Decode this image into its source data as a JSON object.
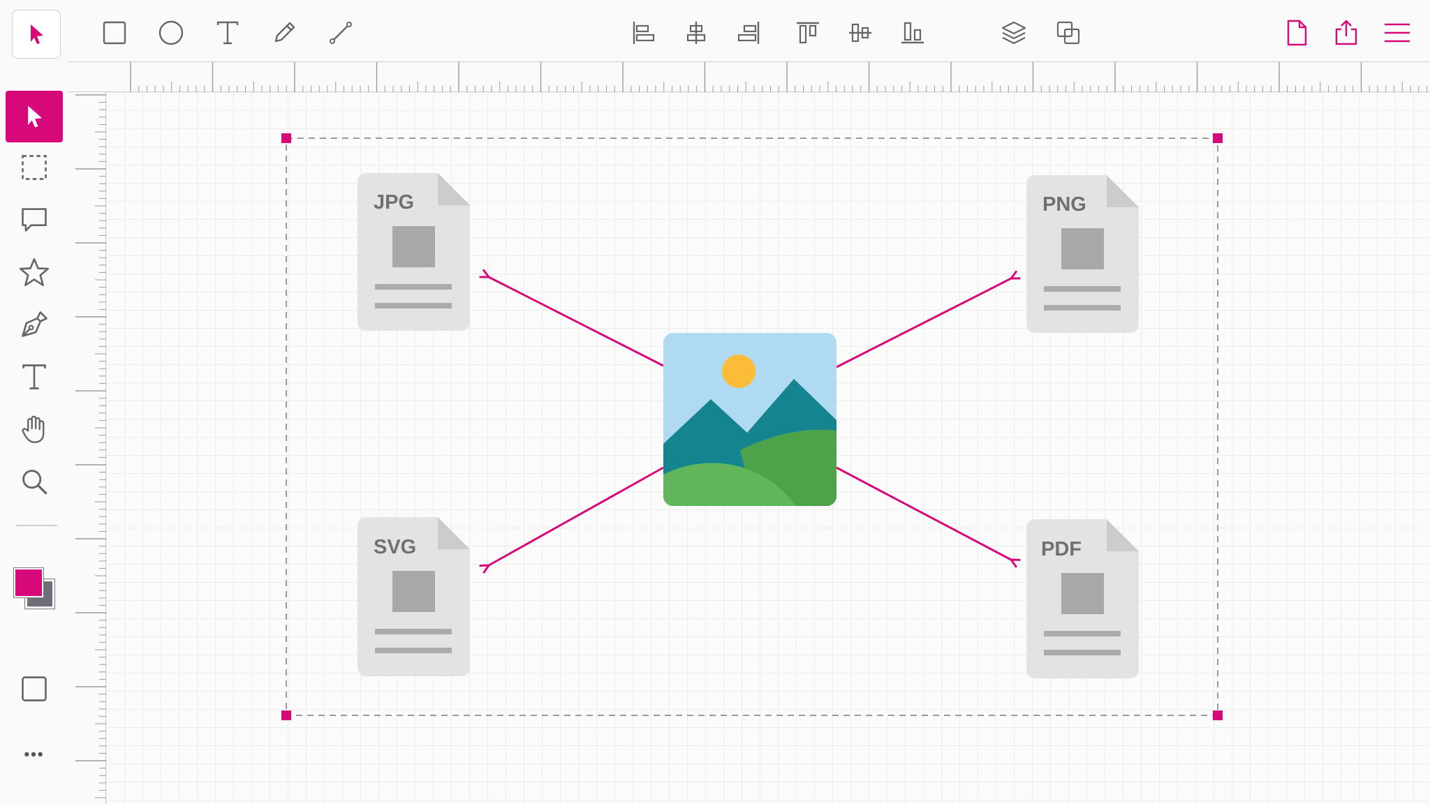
{
  "app": {
    "accent_color": "#d6087a",
    "secondary_color": "#6e6e78"
  },
  "top_toolbar": {
    "drawing_tools": [
      "select-arrow-icon",
      "rectangle-icon",
      "ellipse-icon",
      "text-icon",
      "pencil-icon",
      "line-icon"
    ],
    "align_tools": [
      "align-left-icon",
      "align-center-icon",
      "align-right-icon",
      "align-top-icon",
      "align-middle-icon",
      "align-bottom-icon"
    ],
    "arrange_tools": [
      "layers-icon",
      "group-icon"
    ],
    "file_tools": [
      "new-document-icon",
      "export-icon",
      "menu-icon"
    ]
  },
  "left_toolbar": {
    "tools": [
      "pointer-icon",
      "marquee-select-icon",
      "comment-icon",
      "star-icon",
      "pen-icon",
      "text-icon",
      "hand-icon",
      "zoom-icon"
    ],
    "active_tool": "pointer-icon",
    "fill_color": "#d6087a",
    "stroke_color": "#6e6e78",
    "more_label": "•••"
  },
  "diagram": {
    "center": "image-icon",
    "documents": [
      {
        "id": "jpg",
        "label": "JPG"
      },
      {
        "id": "png",
        "label": "PNG"
      },
      {
        "id": "svg",
        "label": "SVG"
      },
      {
        "id": "pdf",
        "label": "PDF"
      }
    ]
  }
}
